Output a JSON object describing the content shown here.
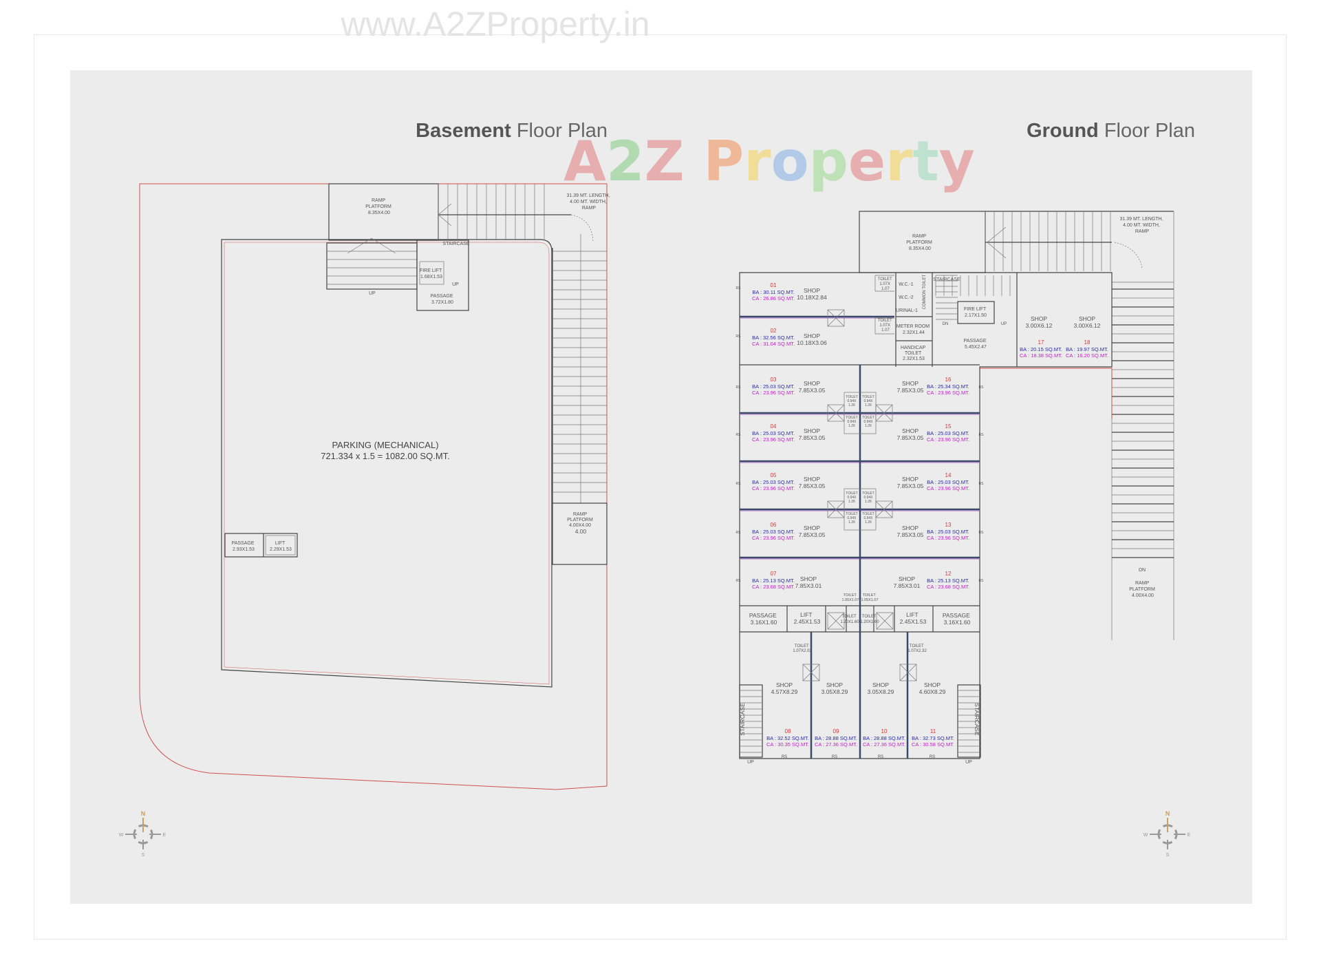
{
  "watermark_url": "www.A2ZProperty.in",
  "logo": {
    "text": "A2Z Property",
    "colors": [
      "#e6a4a4",
      "#a8d8a8",
      "#e6a4a4",
      "#a9c3e8",
      "#f0b08a",
      "#f2dc8a",
      "#a9c3e8",
      "#b8e0b0",
      "#e6a4a4",
      "#f2dc8a",
      "#b8e0cc"
    ]
  },
  "basement": {
    "title_bold": "Basement",
    "title_rest": "Floor Plan",
    "parking_label": "PARKING (MECHANICAL)",
    "parking_area": "721.334 x 1.5 = 1082.00 SQ.MT.",
    "ramp_platform_top": [
      "RAMP",
      "PLATFORM",
      "8.35X4.00"
    ],
    "ramp_note": [
      "31.39 MT. LENGTH,",
      "4.00 MT. WIDTH,",
      "RAMP"
    ],
    "staircase": "STAIRCASE",
    "fire_lift": [
      "FIRE LIFT",
      "1.68X1.53"
    ],
    "passage_core": [
      "PASSAGE",
      "3.72X1.80"
    ],
    "up_label": "UP",
    "up_label_2": "UP",
    "passage": [
      "PASSAGE",
      "2.93X1.53"
    ],
    "lift": [
      "LIFT",
      "2.29X1.53"
    ],
    "ramp_platform_right": [
      "RAMP",
      "PLATFORM",
      "4.00X4.00",
      "4.00"
    ]
  },
  "ground": {
    "title_bold": "Ground",
    "title_rest": "Floor Plan",
    "ramp_platform_top": [
      "RAMP",
      "PLATFORM",
      "8.35X4.00"
    ],
    "ramp_note": [
      "31.39 MT. LENGTH,",
      "4.00 MT. WIDTH,",
      "RAMP"
    ],
    "ramp_platform_right": [
      "DN",
      "RAMP",
      "PLATFORM",
      "4.00X4.00"
    ],
    "core": {
      "staircase": "STAIRCASE",
      "fire_lift": [
        "FIRE LIFT",
        "2.17X1.50"
      ],
      "passage": [
        "PASSAGE",
        "5.45X2.47"
      ],
      "wc1": "W.C.-1",
      "wc2": "W.C.-2",
      "urinal": "URINAL-1",
      "common_toilet": "COMMON TOILET",
      "meter_room": [
        "METER ROOM",
        "2.32X1.44"
      ],
      "handicap_toilet": [
        "HANDICAP",
        "TOILET",
        "2.32X1.53"
      ],
      "toilet_small": [
        "TOILET",
        "1.07X",
        "1.07"
      ],
      "dn": "DN",
      "up": "UP"
    },
    "toilet_cluster": [
      "TOILET",
      "0.94X",
      "1.26"
    ],
    "toilet_pair": [
      "TOILET",
      "1.05X1.07"
    ],
    "passage_row": {
      "passage_left": [
        "PASSAGE",
        "3.16X1.60"
      ],
      "lift_left": [
        "LIFT",
        "2.45X1.53"
      ],
      "toilet_left": [
        "TOILET",
        "1.20X1.60"
      ],
      "toilet_right": [
        "TOILET",
        "1.20X1.60"
      ],
      "lift_right": [
        "LIFT",
        "2.45X1.53"
      ],
      "passage_right": [
        "PASSAGE",
        "3.16X1.60"
      ]
    },
    "bottom_toilets": [
      [
        "TOILET",
        "1.07X2.02"
      ],
      [
        "TOILET",
        "1.07X2.32"
      ]
    ],
    "staircase_label": "STAIRCASE",
    "rs": "RS",
    "up": "UP",
    "shops": [
      {
        "no": "01",
        "type": "SHOP",
        "size": "10.18X2.84",
        "ba": "BA : 30.11 SQ.MT.",
        "ca": "CA : 26.86 SQ.MT."
      },
      {
        "no": "02",
        "type": "SHOP",
        "size": "10.18X3.06",
        "ba": "BA : 32.56 SQ.MT.",
        "ca": "CA : 31.04 SQ.MT."
      },
      {
        "no": "03",
        "type": "SHOP",
        "size": "7.85X3.05",
        "ba": "BA : 25.03 SQ.MT.",
        "ca": "CA : 23.96 SQ.MT."
      },
      {
        "no": "04",
        "type": "SHOP",
        "size": "7.85X3.05",
        "ba": "BA : 25.03 SQ.MT.",
        "ca": "CA : 23.96 SQ.MT."
      },
      {
        "no": "05",
        "type": "SHOP",
        "size": "7.85X3.05",
        "ba": "BA : 25.03 SQ.MT.",
        "ca": "CA : 23.96 SQ.MT."
      },
      {
        "no": "06",
        "type": "SHOP",
        "size": "7.85X3.05",
        "ba": "BA : 25.03 SQ.MT.",
        "ca": "CA : 23.96 SQ.MT."
      },
      {
        "no": "07",
        "type": "SHOP",
        "size": "7.85X3.01",
        "ba": "BA : 25.13 SQ.MT.",
        "ca": "CA : 23.68 SQ.MT."
      },
      {
        "no": "08",
        "type": "SHOP",
        "size": "4.57X8.29",
        "ba": "BA : 32.52 SQ.MT.",
        "ca": "CA : 30.35 SQ.MT."
      },
      {
        "no": "09",
        "type": "SHOP",
        "size": "3.05X8.29",
        "ba": "BA : 28.88 SQ.MT.",
        "ca": "CA : 27.36 SQ.MT."
      },
      {
        "no": "10",
        "type": "SHOP",
        "size": "3.05X8.29",
        "ba": "BA : 28.88 SQ.MT.",
        "ca": "CA : 27.36 SQ.MT."
      },
      {
        "no": "11",
        "type": "SHOP",
        "size": "4.60X8.29",
        "ba": "BA : 32.73 SQ.MT.",
        "ca": "CA : 30.58 SQ.MT."
      },
      {
        "no": "12",
        "type": "SHOP",
        "size": "7.85X3.01",
        "ba": "BA : 25.13 SQ.MT.",
        "ca": "CA : 23.68 SQ.MT."
      },
      {
        "no": "13",
        "type": "SHOP",
        "size": "7.85X3.05",
        "ba": "BA : 25.03 SQ.MT.",
        "ca": "CA : 23.96 SQ.MT."
      },
      {
        "no": "14",
        "type": "SHOP",
        "size": "7.85X3.05",
        "ba": "BA : 25.03 SQ.MT.",
        "ca": "CA : 23.96 SQ.MT."
      },
      {
        "no": "15",
        "type": "SHOP",
        "size": "7.85X3.05",
        "ba": "BA : 25.03 SQ.MT.",
        "ca": "CA : 23.96 SQ.MT."
      },
      {
        "no": "16",
        "type": "SHOP",
        "size": "7.85X3.05",
        "ba": "BA : 25.34 SQ.MT.",
        "ca": "CA : 23.96 SQ.MT."
      },
      {
        "no": "17",
        "type": "SHOP",
        "size": "3.00X6.12",
        "ba": "BA : 20.15 SQ.MT.",
        "ca": "CA : 18.38 SQ.MT."
      },
      {
        "no": "18",
        "type": "SHOP",
        "size": "3.00X6.12",
        "ba": "BA : 19.97 SQ.MT.",
        "ca": "CA : 16.20 SQ.MT."
      }
    ]
  },
  "compass": {
    "n": "N",
    "s": "S",
    "e": "E",
    "w": "W",
    "accent": "#c8a060"
  }
}
